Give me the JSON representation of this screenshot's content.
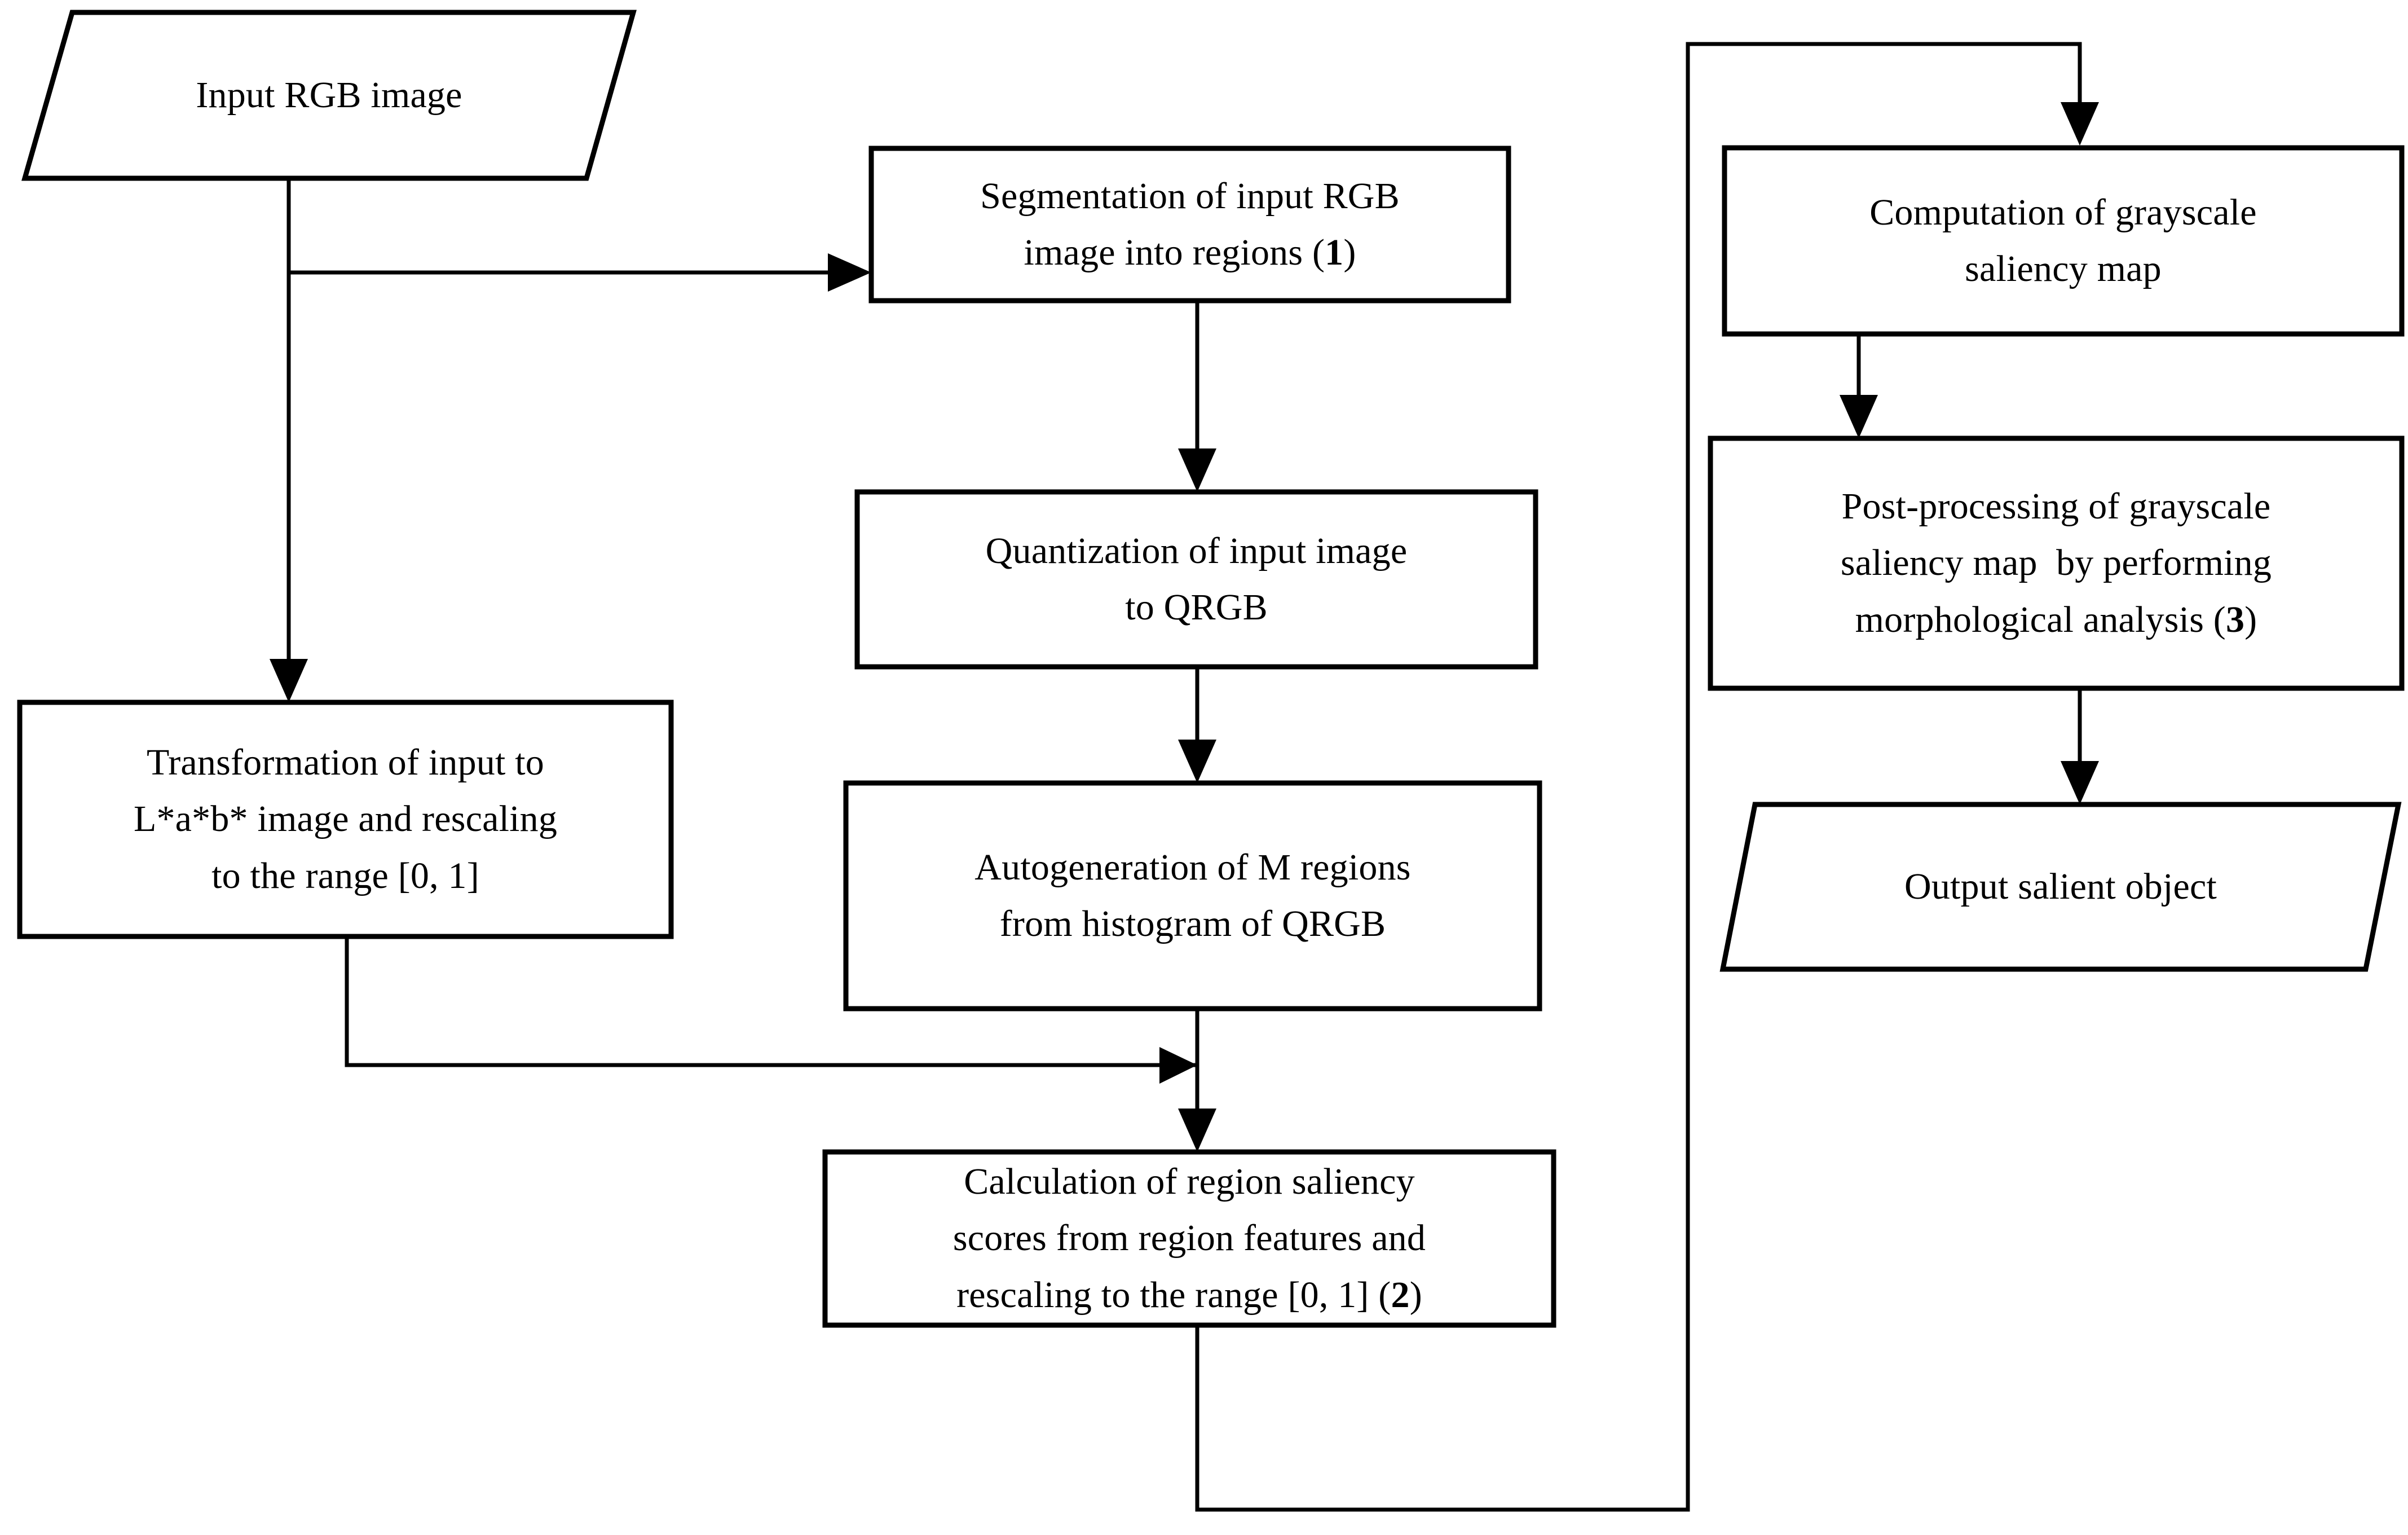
{
  "diagram": {
    "title": "Salient object detection pipeline flowchart",
    "background_color": "#ffffff",
    "line_color": "#000000",
    "text_color": "#000000",
    "nodes": [
      {
        "id": "input-rgb-image",
        "name": "input-rgb-image-node",
        "shape": "parallelogram",
        "label": "Input RGB image",
        "label_lines": [
          "Input RGB image"
        ],
        "bold_suffix": ""
      },
      {
        "id": "segmentation",
        "name": "segmentation-node",
        "shape": "rectangle",
        "label": "Segmentation of input RGB image into regions (1)",
        "label_lines": [
          "Segmentation of input RGB",
          "image into regions ("
        ],
        "bold_suffix": "1"
      },
      {
        "id": "transformation",
        "name": "transformation-node",
        "shape": "rectangle",
        "label": "Transformation of input to L*a*b* image and rescaling to the range [0, 1]",
        "label_lines": [
          "Transformation of input to",
          "L*a*b* image and rescaling",
          "to the range [0, 1]"
        ],
        "bold_suffix": ""
      },
      {
        "id": "quantization",
        "name": "quantization-node",
        "shape": "rectangle",
        "label": "Quantization of input image to QRGB",
        "label_lines": [
          "Quantization of input image",
          "to QRGB"
        ],
        "bold_suffix": ""
      },
      {
        "id": "autogeneration",
        "name": "autogeneration-node",
        "shape": "rectangle",
        "label": "Autogeneration of M regions from histogram of QRGB",
        "label_lines": [
          "Autogeneration of M regions",
          "from histogram of QRGB"
        ],
        "bold_suffix": ""
      },
      {
        "id": "calculation",
        "name": "calculation-node",
        "shape": "rectangle",
        "label": "Calculation of region saliency scores from region features and rescaling to the range [0, 1] (2)",
        "label_lines": [
          "Calculation of region saliency",
          "scores from region features and",
          "rescaling to the range [0, 1] ("
        ],
        "bold_suffix": "2"
      },
      {
        "id": "computation",
        "name": "computation-node",
        "shape": "rectangle",
        "label": "Computation of grayscale saliency map",
        "label_lines": [
          "Computation of grayscale",
          "saliency map"
        ],
        "bold_suffix": ""
      },
      {
        "id": "post-processing",
        "name": "post-processing-node",
        "shape": "rectangle",
        "label": "Post-processing of grayscale saliency map  by performing morphological analysis (3)",
        "label_lines": [
          "Post-processing of grayscale",
          "saliency map  by performing",
          "morphological analysis ("
        ],
        "bold_suffix": "3"
      },
      {
        "id": "output-salient-object",
        "name": "output-salient-object-node",
        "shape": "parallelogram",
        "label": "Output salient object",
        "label_lines": [
          "Output salient object"
        ],
        "bold_suffix": ""
      }
    ],
    "edges": [
      {
        "id": "input-to-segmentation",
        "from": "input-rgb-image",
        "to": "segmentation",
        "style": "elbow",
        "arrow": true
      },
      {
        "id": "input-to-transformation",
        "from": "input-rgb-image",
        "to": "transformation",
        "style": "straight",
        "arrow": true
      },
      {
        "id": "segmentation-to-quantization",
        "from": "segmentation",
        "to": "quantization",
        "style": "straight",
        "arrow": true
      },
      {
        "id": "quantization-to-autogeneration",
        "from": "quantization",
        "to": "autogeneration",
        "style": "straight",
        "arrow": true
      },
      {
        "id": "transformation-to-calculation",
        "from": "transformation",
        "to": "calculation",
        "style": "elbow",
        "arrow": true
      },
      {
        "id": "autogeneration-to-calculation",
        "from": "autogeneration",
        "to": "calculation",
        "style": "straight",
        "arrow": true
      },
      {
        "id": "calculation-to-computation",
        "from": "calculation",
        "to": "computation",
        "style": "feedback-loop",
        "arrow": true
      },
      {
        "id": "computation-to-post-processing",
        "from": "computation",
        "to": "post-processing",
        "style": "straight",
        "arrow": true
      },
      {
        "id": "post-processing-to-output",
        "from": "post-processing",
        "to": "output-salient-object",
        "style": "straight",
        "arrow": true
      }
    ]
  }
}
